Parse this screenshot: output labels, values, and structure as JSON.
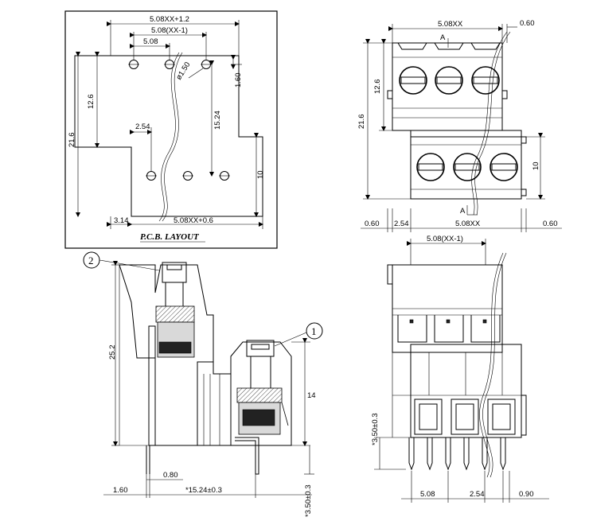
{
  "pcb_layout": {
    "title": "P.C.B. LAYOUT",
    "dims": {
      "pitch_plus": "5.08XX+1.2",
      "pitch_xx1": "5.08(XX-1)",
      "pitch": "5.08",
      "hole": "ø1.50",
      "height_total": "21.6",
      "height_upper": "12.6",
      "hole_offset": "1.60",
      "pin_gap": "2.54",
      "row_spacing": "15.24",
      "lower_height": "10",
      "left_offset": "3.14",
      "pitch_bottom": "5.08XX+0.6"
    }
  },
  "top_view": {
    "section_marker": "A",
    "dims": {
      "pitch_top": "5.08XX",
      "edge_right_top": "0.60",
      "height_upper": "12.6",
      "height_total": "21.6",
      "lower_height": "10",
      "edge_left_bottom": "0.60",
      "pin_gap": "2.54",
      "pitch_bottom": "5.08XX",
      "edge_right_bottom": "0.60"
    }
  },
  "side_view": {
    "callouts": [
      "2",
      "1"
    ],
    "dims": {
      "height_total": "25.2",
      "height_lower": "14",
      "pin_width": "0.80",
      "row_spacing": "*15.24±0.3",
      "left_offset": "1.60",
      "pin_length": "*3.50±0.3"
    }
  },
  "front_view": {
    "dims": {
      "pitch_xx1": "5.08(XX-1)",
      "pin_length": "*3.50±0.3",
      "pitch": "5.08",
      "pin_gap": "2.54",
      "edge_right": "0.90"
    }
  }
}
